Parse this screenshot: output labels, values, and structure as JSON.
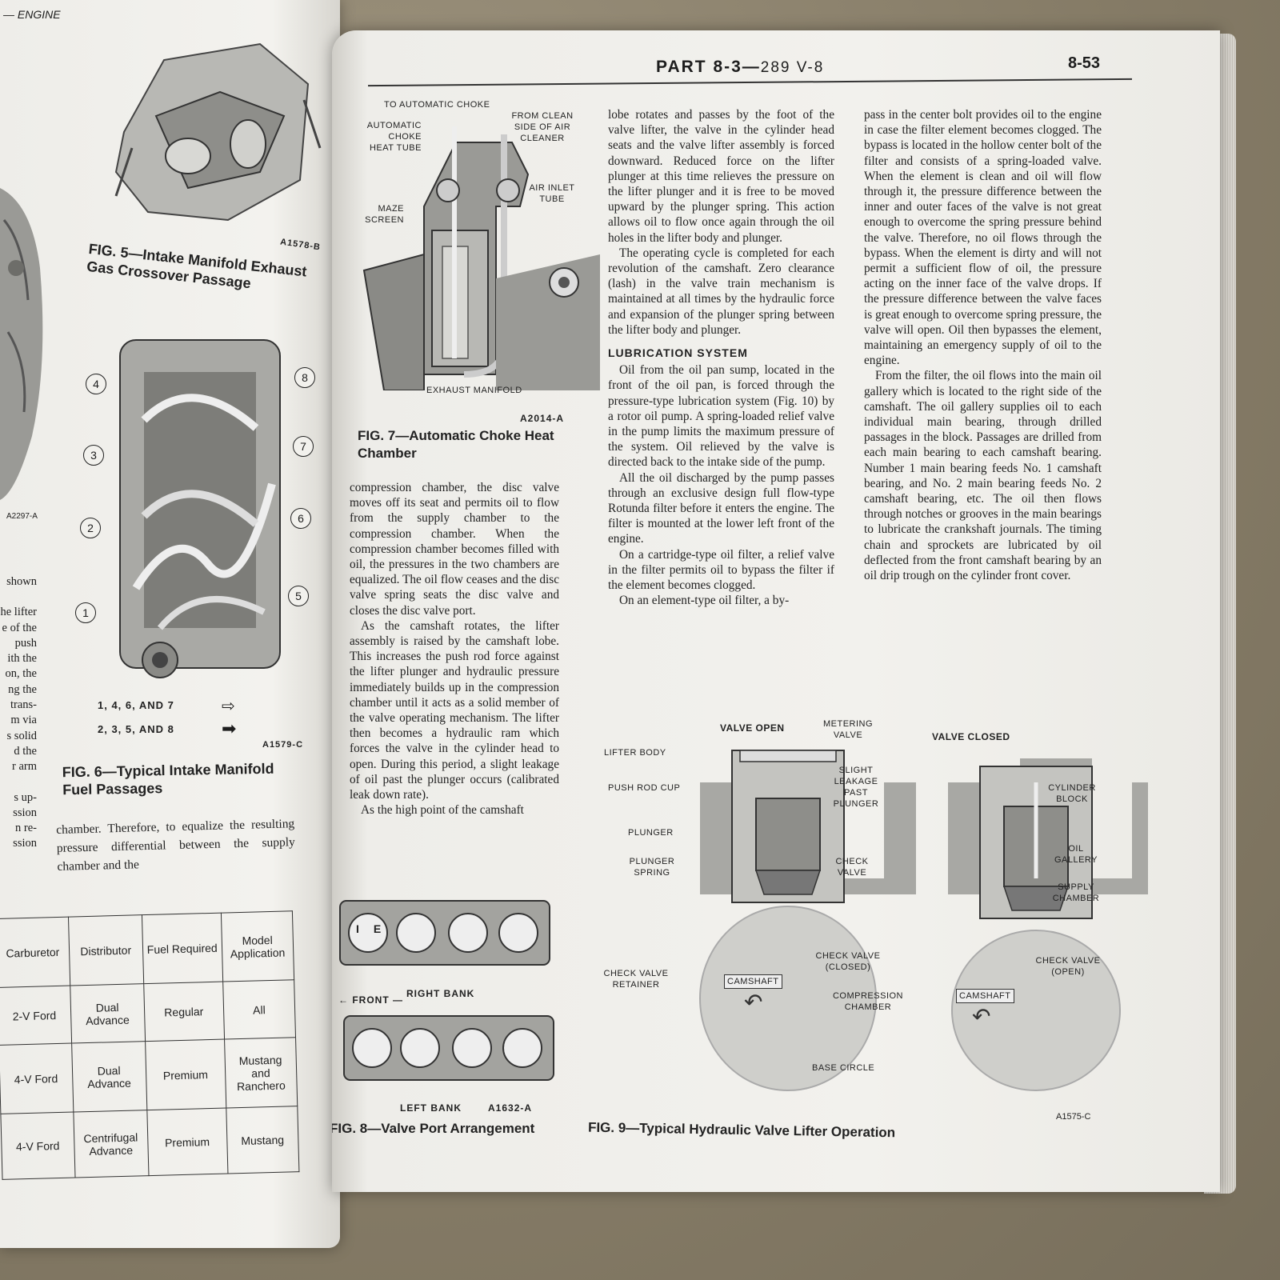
{
  "left_page": {
    "running_head": "— ENGINE",
    "fig5": {
      "caption_line1": "FIG. 5—Intake Manifold Exhaust",
      "caption_line2": "Gas Crossover Passage",
      "code": "A1578-B"
    },
    "fig6": {
      "caption_line1": "FIG. 6—Typical Intake Manifold",
      "caption_line2": "Fuel Passages",
      "code": "A1579-C",
      "callouts": [
        "4",
        "3",
        "2",
        "1",
        "8",
        "7",
        "6",
        "5"
      ],
      "legend": [
        {
          "label": "1, 4, 6, AND 7",
          "symbol": "open-arrow-icon"
        },
        {
          "label": "2, 3, 5, AND 8",
          "symbol": "solid-arrow-icon"
        }
      ]
    },
    "engine_code": "A2297-A",
    "margin_fragments": [
      "shown",
      "he lifter",
      "e of the",
      "push",
      "ith the",
      "on, the",
      "ng the",
      "trans-",
      "m via",
      "s solid",
      "d the",
      "r arm",
      "s up-",
      "ssion",
      "n re-",
      "ssion"
    ],
    "body_text": "chamber. Therefore, to equalize the resulting pressure differential between the supply chamber and the",
    "table": {
      "headers": [
        "Carburetor",
        "Distributor",
        "Fuel Required",
        "Model Application"
      ],
      "rows": [
        [
          "2-V Ford",
          "Dual Advance",
          "Regular",
          "All"
        ],
        [
          "4-V Ford",
          "Dual Advance",
          "Premium",
          "Mustang and Ranchero"
        ],
        [
          "4-V Ford",
          "Centrifugal Advance",
          "Premium",
          "Mustang"
        ]
      ]
    }
  },
  "right_page": {
    "header": {
      "part": "PART 8-3",
      "dash": "—",
      "engine": "289 V-8",
      "page_number": "8-53"
    },
    "fig7": {
      "labels": {
        "to_choke": "TO AUTOMATIC CHOKE",
        "heat_tube": "AUTOMATIC CHOKE HEAT TUBE",
        "from_cleaner": "FROM CLEAN SIDE OF AIR CLEANER",
        "inlet_tube": "AIR INLET TUBE",
        "maze": "MAZE SCREEN",
        "exhaust": "EXHAUST MANIFOLD"
      },
      "code": "A2014-A",
      "caption_line1": "FIG. 7—Automatic Choke Heat",
      "caption_line2": "Chamber"
    },
    "col1_paragraphs": [
      "compression chamber, the disc valve moves off its seat and permits oil to flow from the supply chamber to the compression chamber. When the compression chamber becomes filled with oil, the pressures in the two chambers are equalized. The oil flow ceases and the disc valve spring seats the disc valve and closes the disc valve port.",
      "As the camshaft rotates, the lifter assembly is raised by the camshaft lobe. This increases the push rod force against the lifter plunger and hydraulic pressure immediately builds up in the compression chamber until it acts as a solid member of the valve operating mechanism. The lifter then becomes a hydraulic ram which forces the valve in the cylinder head to open. During this period, a slight leakage of oil past the plunger occurs (calibrated leak down rate).",
      "As the high point of the camshaft"
    ],
    "col2_paragraphs": [
      "lobe rotates and passes by the foot of the valve lifter, the valve in the cylinder head seats and the valve lifter assembly is forced downward. Reduced force on the lifter plunger at this time relieves the pressure on the lifter plunger and it is free to be moved upward by the plunger spring. This action allows oil to flow once again through the oil holes in the lifter body and plunger.",
      "The operating cycle is completed for each revolution of the camshaft. Zero clearance (lash) in the valve train mechanism is maintained at all times by the hydraulic force and expansion of the plunger spring between the lifter body and plunger."
    ],
    "lubrication_heading": "LUBRICATION SYSTEM",
    "col2_lube_paragraphs": [
      "Oil from the oil pan sump, located in the front of the oil pan, is forced through the pressure-type lubrication system (Fig. 10) by a rotor oil pump. A spring-loaded relief valve in the pump limits the maximum pressure of the system. Oil relieved by the valve is directed back to the intake side of the pump.",
      "All the oil discharged by the pump passes through an exclusive design full flow-type Rotunda filter before it enters the engine. The filter is mounted at the lower left front of the engine.",
      "On a cartridge-type oil filter, a relief valve in the filter permits oil to bypass the filter if the element becomes clogged.",
      "On an element-type oil filter, a by-"
    ],
    "col3_paragraphs": [
      "pass in the center bolt provides oil to the engine in case the filter element becomes clogged. The bypass is located in the hollow center bolt of the filter and consists of a spring-loaded valve. When the element is clean and oil will flow through it, the pressure difference between the inner and outer faces of the valve is not great enough to overcome the spring pressure behind the valve. Therefore, no oil flows through the bypass. When the element is dirty and will not permit a sufficient flow of oil, the pressure acting on the inner face of the valve drops. If the pressure difference between the valve faces is great enough to overcome spring pressure, the valve will open. Oil then bypasses the element, maintaining an emergency supply of oil to the engine.",
      "From the filter, the oil flows into the main oil gallery which is located to the right side of the camshaft. The oil gallery supplies oil to each individual main bearing, through drilled passages in the block. Passages are drilled from each main bearing to each camshaft bearing. Number 1 main bearing feeds No. 1 camshaft bearing, and No. 2 main bearing feeds No. 2 camshaft bearing, etc. The oil then flows through notches or grooves in the main bearings to lubricate the crankshaft journals. The timing chain and sprockets are lubricated by oil deflected from the front camshaft bearing by an oil drip trough on the cylinder front cover."
    ],
    "fig8": {
      "front": "FRONT",
      "right_bank": "RIGHT BANK",
      "left_bank": "LEFT BANK",
      "code": "A1632-A",
      "caption": "FIG. 8—Valve Port Arrangement",
      "port_letters": [
        "I",
        "E"
      ]
    },
    "fig9": {
      "valve_open": "VALVE OPEN",
      "valve_closed": "VALVE CLOSED",
      "labels_left": [
        "LIFTER BODY",
        "PUSH ROD CUP",
        "PLUNGER",
        "PLUNGER SPRING",
        "CHECK VALVE RETAINER"
      ],
      "labels_mid": [
        "METERING VALVE",
        "SLIGHT LEAKAGE PAST PLUNGER",
        "CHECK VALVE",
        "CHECK VALVE (CLOSED)",
        "COMPRESSION CHAMBER",
        "BASE CIRCLE"
      ],
      "labels_right": [
        "CYLINDER BLOCK",
        "OIL GALLERY",
        "SUPPLY CHAMBER",
        "CHECK VALVE (OPEN)"
      ],
      "camshaft": "CAMSHAFT",
      "code": "A1575-C",
      "caption": "FIG. 9—Typical Hydraulic Valve Lifter Operation"
    }
  }
}
